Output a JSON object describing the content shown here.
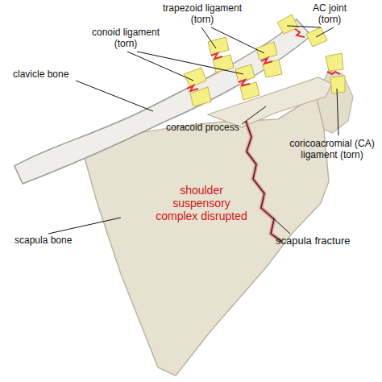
{
  "diagram": {
    "labels": [
      "trapezoid ligament (torn)",
      "AC joint (torn)",
      "conoid ligament (torn)",
      "clavicle bone",
      "coracoid process",
      "coricoacromial (CA) ligament (torn)",
      "shoulder suspensory complex disrupted",
      "scapula bone",
      "scapula fracture"
    ]
  }
}
